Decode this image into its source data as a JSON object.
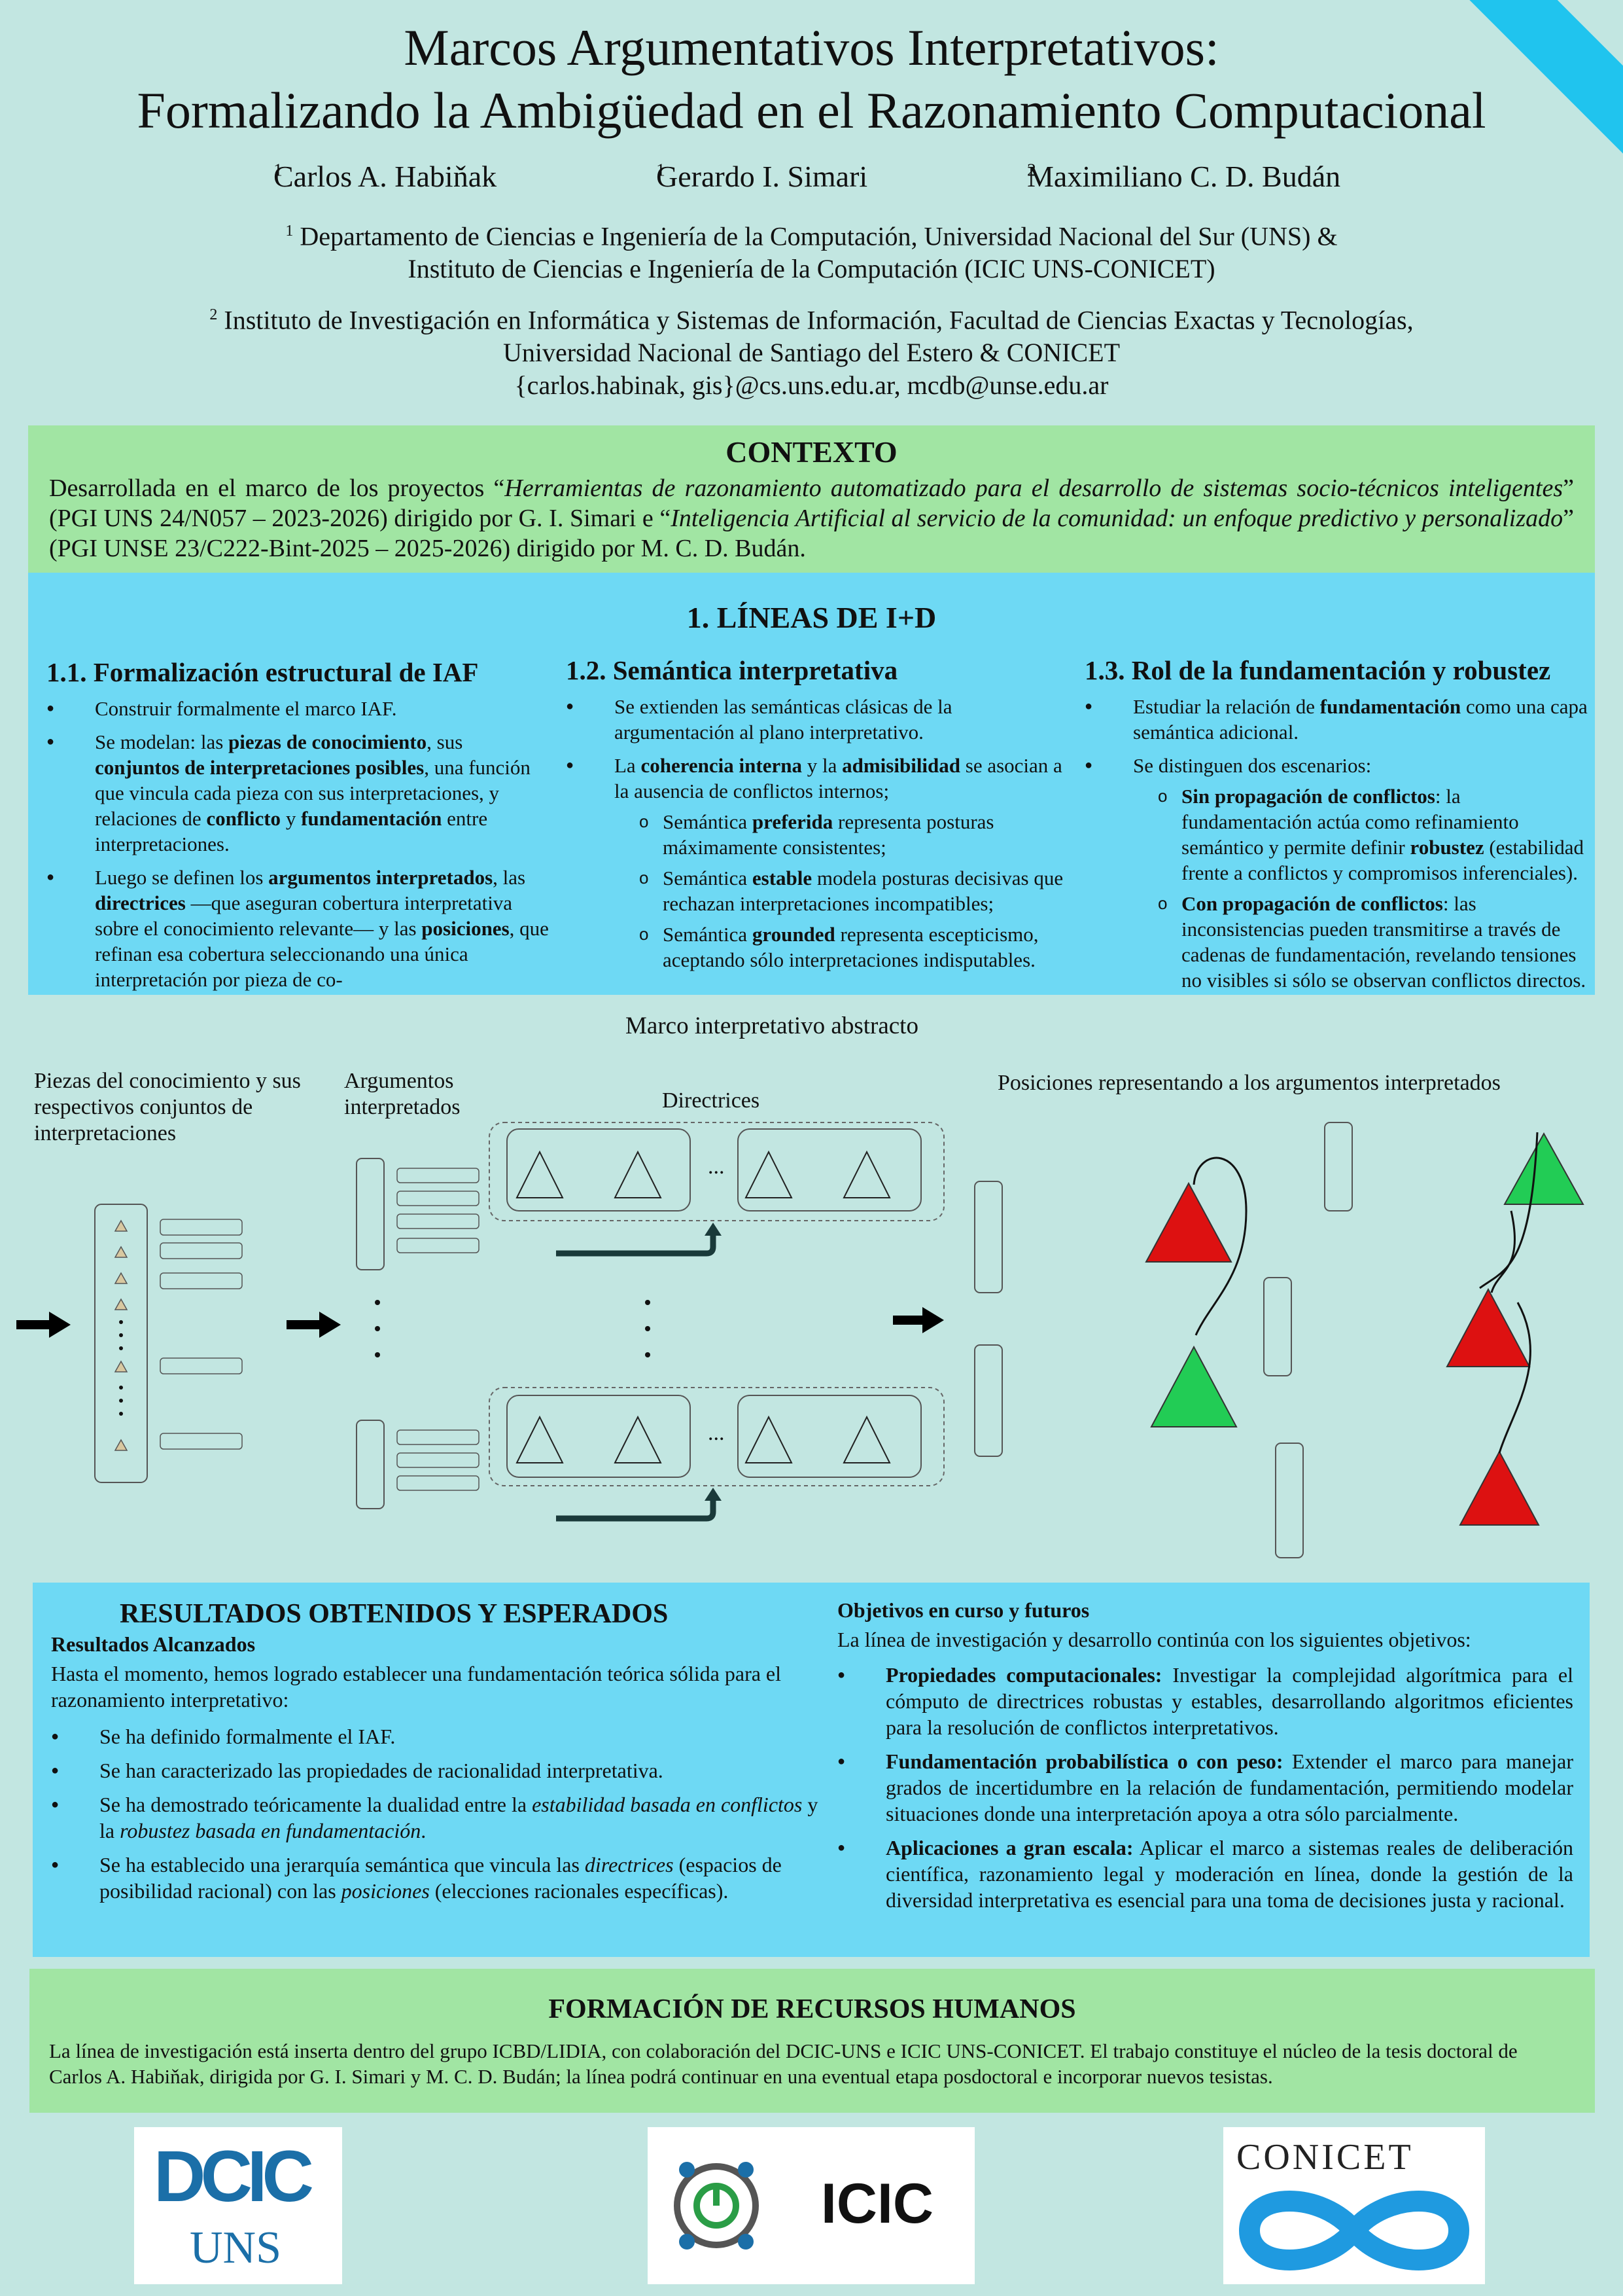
{
  "header": {
    "title_line1": "Marcos Argumentativos Interpretativos:",
    "title_line2": "Formalizando la Ambigüedad en el Razonamiento Computacional",
    "authors": [
      {
        "name": "Carlos A. Habiňak",
        "sup": "1"
      },
      {
        "name": "Gerardo I. Simari",
        "sup": "1"
      },
      {
        "name": "Maximiliano C. D. Budán",
        "sup": "2"
      }
    ],
    "affil1_sup": "1",
    "affil1_line1": "Departamento de Ciencias e Ingeniería de la Computación, Universidad Nacional del Sur (UNS) &",
    "affil1_line2": "Instituto de Ciencias e Ingeniería de la Computación (ICIC UNS-CONICET)",
    "affil2_sup": "2",
    "affil2_line1": "Instituto de Investigación en Informática y Sistemas de Información, Facultad de Ciencias Exactas y Tecnologías,",
    "affil2_line2": "Universidad Nacional de Santiago del Estero & CONICET",
    "emails": "{carlos.habinak, gis}@cs.uns.edu.ar, mcdb@unse.edu.ar"
  },
  "contexto": {
    "heading": "CONTEXTO",
    "p1": "Desarrollada en el marco de los proyectos “",
    "p2": "Herramientas de razonamiento automatizado para el desarrollo de sistemas socio-técnicos inteligentes",
    "p3": "” (PGI UNS 24/N057 – 2023-2026) dirigido por G. I. Simari e “",
    "p4": "Inteligencia Artificial al servicio de la comunidad: un enfoque predictivo y personalizado",
    "p5": "” (PGI UNSE 23/C222-Bint-2025 – 2025-2026) dirigido por M. C. D. Budán."
  },
  "lineas": {
    "heading": "1. LÍNEAS DE I+D",
    "col1": {
      "title": "1.1. Formalización estructural de IAF",
      "b1": "Construir formalmente el marco IAF.",
      "b2_parts": [
        "Se modelan: las ",
        "piezas de conocimiento",
        ", sus ",
        "conjuntos de interpretaciones posibles",
        ", una función que vincula cada pieza con sus interpretaciones, y relaciones de ",
        "conflicto",
        " y ",
        "fundamentación",
        " entre interpretaciones."
      ],
      "b3_parts": [
        "Luego se definen los ",
        "argumentos interpretados",
        ", las ",
        "directrices",
        " —que aseguran cobertura interpretativa sobre el conocimiento relevante— y las ",
        "posiciones",
        ", que refinan esa cobertura seleccionando una única interpretación por pieza de co-"
      ]
    },
    "col2": {
      "title": "1.2. Semántica interpretativa",
      "b1": "Se extienden las semánticas clásicas de la argumentación al plano interpretativo.",
      "b2_parts": [
        "La ",
        "coherencia interna",
        " y la ",
        "admisibilidad",
        " se asocian a la ausencia de conflictos internos;"
      ],
      "s1_parts": [
        "Semántica ",
        "preferida",
        " representa posturas máximamente consistentes;"
      ],
      "s2_parts": [
        "Semántica ",
        "estable",
        " modela posturas decisivas que rechazan interpretaciones incompatibles;"
      ],
      "s3_parts": [
        "Semántica ",
        "grounded",
        " representa escepticismo, aceptando sólo interpretaciones indisputables."
      ]
    },
    "col3": {
      "title": "1.3. Rol de la fundamentación y robustez",
      "b1_parts": [
        "Estudiar la relación de ",
        "fundamentación",
        " como una capa semántica adicional."
      ],
      "b2": "Se distinguen dos escenarios:",
      "s1_parts": [
        "Sin propagación de conflictos",
        ": la fundamentación actúa como refinamiento semántico y permite definir ",
        "robustez",
        " (estabilidad frente a conflictos y compromisos inferenciales)."
      ],
      "s2_parts": [
        "Con propagación de conflictos",
        ": las inconsistencias pueden transmitirse a través de cadenas de fundamentación, revelando tensiones no visibles si sólo se observan conflictos directos."
      ]
    }
  },
  "diagram": {
    "title": "Marco interpretativo abstracto",
    "label_pieces": "Piezas del conocimiento y sus respectivos conjuntos de interpretaciones",
    "label_args": "Argumentos interpretados",
    "label_directrices": "Directrices",
    "label_positions": "Posiciones representando a los argumentos interpretados",
    "ellipsis": "...",
    "colors": {
      "red": "#dd1111",
      "green": "#22cc55",
      "dark": "#1a3a3a"
    }
  },
  "resultados": {
    "heading": "RESULTADOS OBTENIDOS Y ESPERADOS",
    "sub": "Resultados Alcanzados",
    "intro": "Hasta el momento, hemos logrado establecer una fundamentación teórica sólida para el razonamiento interpretativo:",
    "b1": "Se ha definido formalmente el IAF.",
    "b2": "Se han caracterizado las propiedades de racionalidad interpretativa.",
    "b3_parts": [
      "Se ha demostrado teóricamente la dualidad entre la ",
      "estabilidad basada en conflictos",
      " y la ",
      "robustez basada en fundamentación",
      "."
    ],
    "b4_parts": [
      "Se ha establecido una jerarquía semántica que vincula las ",
      "directrices",
      " (espacios de posibilidad racional) con las ",
      "posiciones",
      " (elecciones racionales específicas)."
    ]
  },
  "objetivos": {
    "heading": "Objetivos en curso y futuros",
    "intro": "La línea de investigación y desarrollo continúa con los siguientes objetivos:",
    "o1_b": "Propiedades computacionales:",
    "o1": " Investigar la complejidad algorítmica para el cómputo de directrices robustas y estables, desarrollando algoritmos eficientes para la resolución de conflictos interpretativos.",
    "o2_b": "Fundamentación probabilística o con peso:",
    "o2": " Extender el marco para manejar grados de incertidumbre en la relación de fundamentación, permitiendo modelar situaciones donde una interpretación apoya a otra sólo parcialmente.",
    "o3_b": "Aplicaciones a gran escala:",
    "o3": " Aplicar el marco a sistemas reales de deliberación científica, razonamiento legal y moderación en línea, donde la gestión de la diversidad interpretativa es esencial para una toma de decisiones justa y racional."
  },
  "formacion": {
    "heading": "FORMACIÓN DE RECURSOS HUMANOS",
    "text": "La línea de investigación está inserta dentro del grupo ICBD/LIDIA, con colaboración del DCIC-UNS e ICIC UNS-CONICET. El trabajo constituye el núcleo de la tesis doctoral de Carlos A. Habiňak, dirigida por G. I. Simari y M. C. D. Budán; la línea podrá continuar en una eventual etapa posdoctoral e incorporar nuevos tesistas."
  },
  "logos": {
    "dcic_top": "DCIC",
    "dcic_bottom": "UNS",
    "icic": "ICIC",
    "conicet": "CONICET"
  }
}
